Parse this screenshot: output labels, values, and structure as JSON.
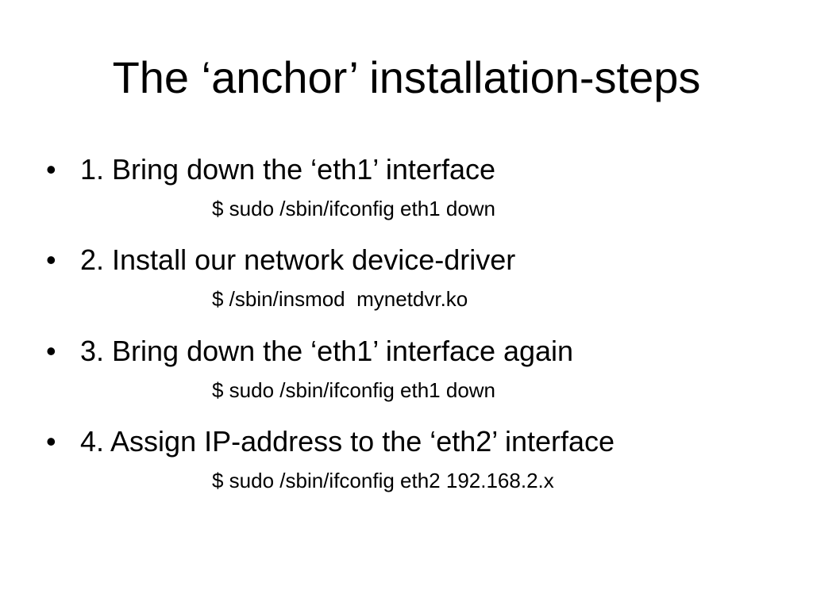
{
  "slide": {
    "title": "The ‘anchor’ installation-steps",
    "bullet_glyph": "•",
    "steps": [
      {
        "text": "1. Bring down the ‘eth1’ interface",
        "command": "$ sudo /sbin/ifconfig eth1 down"
      },
      {
        "text": "2. Install our network device-driver",
        "command": "$ /sbin/insmod  mynetdvr.ko"
      },
      {
        "text": "3. Bring down the ‘eth1’ interface again",
        "command": "$ sudo /sbin/ifconfig eth1 down"
      },
      {
        "text": "4. Assign IP-address to the ‘eth2’ interface",
        "command": "$ sudo /sbin/ifconfig eth2 192.168.2.x"
      }
    ]
  }
}
